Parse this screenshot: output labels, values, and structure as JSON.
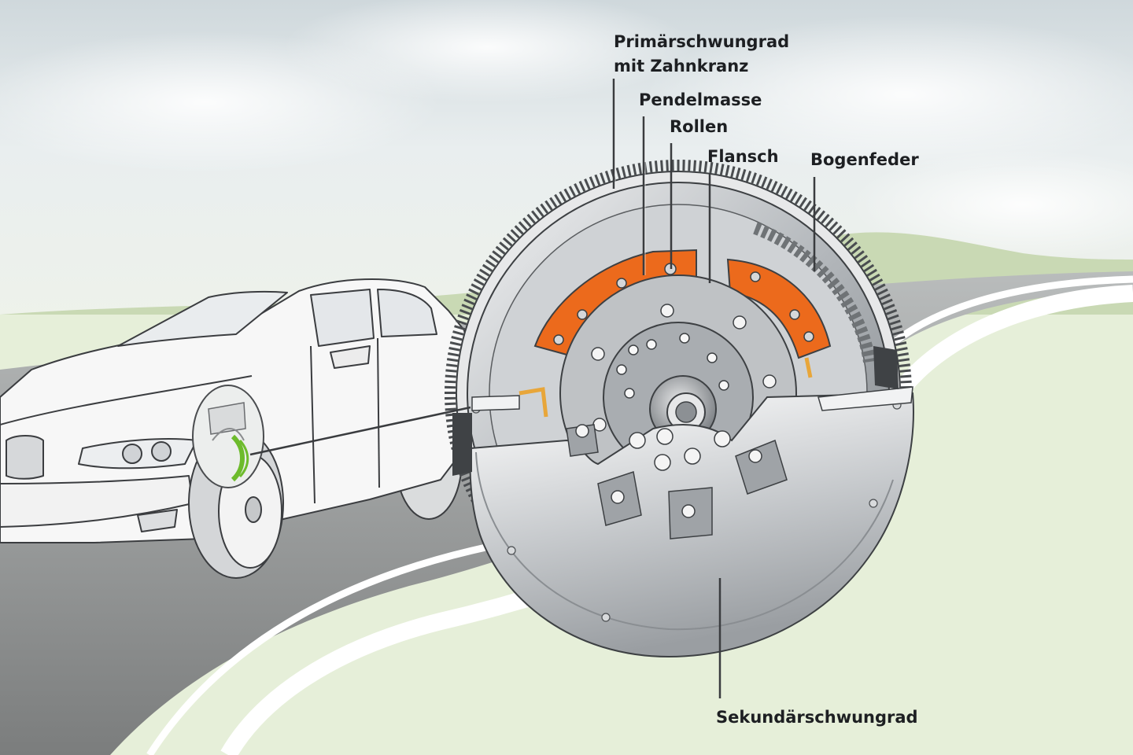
{
  "labels": {
    "primary_line1": "Primärschwungrad",
    "primary_line2": "mit Zahnkranz",
    "pendulum_mass": "Pendelmasse",
    "rollers": "Rollen",
    "flange": "Flansch",
    "arc_spring": "Bogenfeder",
    "secondary": "Sekundärschwungrad"
  },
  "colors": {
    "sky": "#dfe6e8",
    "meadow": "#e6efd9",
    "road": "#8f9090",
    "highlight_orange": "#ec6a1c",
    "indicator_green": "#6dbb2c",
    "text": "#1d1f22"
  }
}
